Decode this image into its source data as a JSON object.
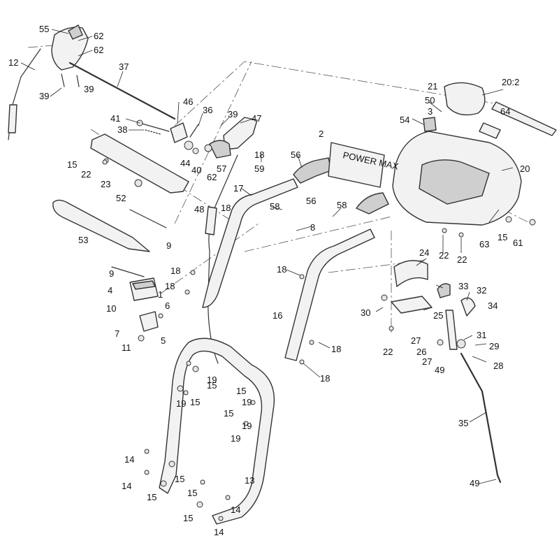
{
  "decal_text": "POWER MAX",
  "callouts": [
    {
      "label": "55"
    },
    {
      "label": "62"
    },
    {
      "label": "62"
    },
    {
      "label": "12"
    },
    {
      "label": "37"
    },
    {
      "label": "39"
    },
    {
      "label": "39"
    },
    {
      "label": "46"
    },
    {
      "label": "36"
    },
    {
      "label": "39"
    },
    {
      "label": "47"
    },
    {
      "label": "41"
    },
    {
      "label": "38"
    },
    {
      "label": "15"
    },
    {
      "label": "22"
    },
    {
      "label": "23"
    },
    {
      "label": "52"
    },
    {
      "label": "44"
    },
    {
      "label": "40"
    },
    {
      "label": "57"
    },
    {
      "label": "62"
    },
    {
      "label": "18"
    },
    {
      "label": "56"
    },
    {
      "label": "59"
    },
    {
      "label": "17"
    },
    {
      "label": "56"
    },
    {
      "label": "48"
    },
    {
      "label": "18"
    },
    {
      "label": "58"
    },
    {
      "label": "8"
    },
    {
      "label": "53"
    },
    {
      "label": "9"
    },
    {
      "label": "9"
    },
    {
      "label": "4"
    },
    {
      "label": "1"
    },
    {
      "label": "10"
    },
    {
      "label": "6"
    },
    {
      "label": "7"
    },
    {
      "label": "5"
    },
    {
      "label": "11"
    },
    {
      "label": "18"
    },
    {
      "label": "18"
    },
    {
      "label": "58"
    },
    {
      "label": "18"
    },
    {
      "label": "16"
    },
    {
      "label": "18"
    },
    {
      "label": "18"
    },
    {
      "label": "19"
    },
    {
      "label": "15"
    },
    {
      "label": "19"
    },
    {
      "label": "15"
    },
    {
      "label": "15"
    },
    {
      "label": "19"
    },
    {
      "label": "15"
    },
    {
      "label": "19"
    },
    {
      "label": "19"
    },
    {
      "label": "14"
    },
    {
      "label": "14"
    },
    {
      "label": "15"
    },
    {
      "label": "15"
    },
    {
      "label": "13"
    },
    {
      "label": "15"
    },
    {
      "label": "14"
    },
    {
      "label": "15"
    },
    {
      "label": "14"
    },
    {
      "label": "21"
    },
    {
      "label": "20:2"
    },
    {
      "label": "50"
    },
    {
      "label": "3"
    },
    {
      "label": "54"
    },
    {
      "label": "64"
    },
    {
      "label": "2"
    },
    {
      "label": "20"
    },
    {
      "label": "63"
    },
    {
      "label": "15"
    },
    {
      "label": "61"
    },
    {
      "label": "22"
    },
    {
      "label": "22"
    },
    {
      "label": "24"
    },
    {
      "label": "33"
    },
    {
      "label": "32"
    },
    {
      "label": "34"
    },
    {
      "label": "30"
    },
    {
      "label": "25"
    },
    {
      "label": "22"
    },
    {
      "label": "31"
    },
    {
      "label": "27"
    },
    {
      "label": "26"
    },
    {
      "label": "29"
    },
    {
      "label": "27"
    },
    {
      "label": "28"
    },
    {
      "label": "49"
    },
    {
      "label": "35"
    },
    {
      "label": "49"
    }
  ]
}
